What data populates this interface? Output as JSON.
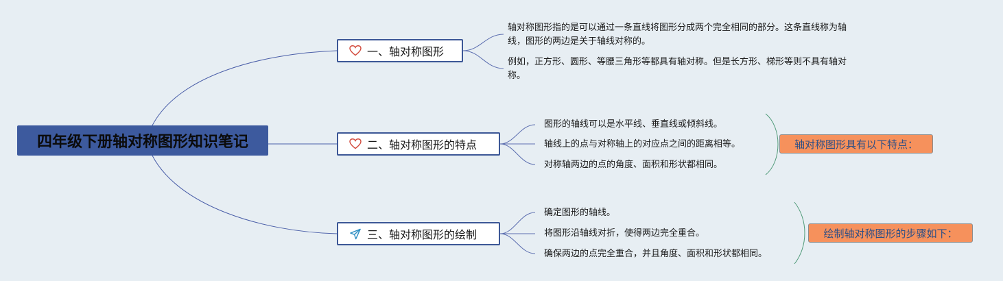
{
  "root": {
    "title": "四年级下册轴对称图形知识笔记"
  },
  "branches": [
    {
      "label": "一、轴对称图形",
      "icon": "heart-icon",
      "leaves": [
        "轴对称图形指的是可以通过一条直线将图形分成两个完全相同的部分。这条直线称为轴线，图形的两边是关于轴线对称的。",
        "例如，正方形、圆形、等腰三角形等都具有轴对称。但是长方形、梯形等则不具有轴对称。"
      ]
    },
    {
      "label": "二、轴对称图形的特点",
      "icon": "heart-icon",
      "leaves": [
        "图形的轴线可以是水平线、垂直线或倾斜线。",
        "轴线上的点与对称轴上的对应点之间的距离相等。",
        "对称轴两边的点的角度、面积和形状都相同。"
      ],
      "summary": "轴对称图形具有以下特点："
    },
    {
      "label": "三、轴对称图形的绘制",
      "icon": "paper-plane-icon",
      "leaves": [
        "确定图形的轴线。",
        "将图形沿轴线对折，使得两边完全重合。",
        "确保两边的点完全重合，并且角度、面积和形状都相同。"
      ],
      "summary": "绘制轴对称图形的步骤如下："
    }
  ],
  "colors": {
    "background": "#e7eef3",
    "root_fill": "#3d5a9e",
    "branch_border": "#3c5796",
    "connector": "#4a5ea8",
    "leaf_connector": "#5d6fb0",
    "brace": "#4f9a78",
    "summary_fill": "#f6915c",
    "summary_text": "#2d4f86",
    "heart_icon": "#d2483a",
    "plane_icon": "#2f8fc4"
  }
}
